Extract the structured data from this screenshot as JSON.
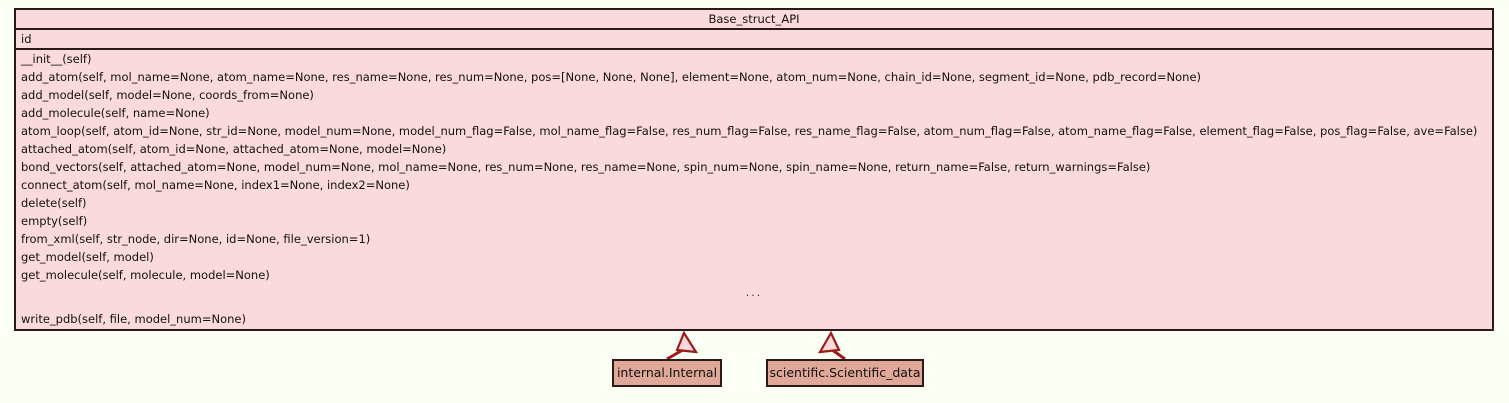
{
  "diagram": {
    "type": "uml-class-diagram",
    "background_color": "#fbfff4",
    "base_class": {
      "name": "Base_struct_API",
      "fill_color": "#fadadd",
      "border_color": "#2b1a1a",
      "attributes": [
        "id"
      ],
      "operations": [
        "__init__(self)",
        "add_atom(self, mol_name=None, atom_name=None, res_name=None, res_num=None, pos=[None, None, None], element=None, atom_num=None, chain_id=None, segment_id=None, pdb_record=None)",
        "add_model(self, model=None, coords_from=None)",
        "add_molecule(self, name=None)",
        "atom_loop(self, atom_id=None, str_id=None, model_num=None, model_num_flag=False, mol_name_flag=False, res_num_flag=False, res_name_flag=False, atom_num_flag=False, atom_name_flag=False, element_flag=False, pos_flag=False, ave=False)",
        "attached_atom(self, atom_id=None, attached_atom=None, model=None)",
        "bond_vectors(self, attached_atom=None, model_num=None, mol_name=None, res_num=None, res_name=None, spin_num=None, spin_name=None, return_name=False, return_warnings=False)",
        "connect_atom(self, mol_name=None, index1=None, index2=None)",
        "delete(self)",
        "empty(self)",
        "from_xml(self, str_node, dir=None, id=None, file_version=1)",
        "get_model(self, model)",
        "get_molecule(self, molecule, model=None)"
      ],
      "ellipsis": "...",
      "operations_after_ellipsis": [
        "write_pdb(self, file, model_num=None)"
      ]
    },
    "subclasses": [
      {
        "name": "internal.Internal",
        "fill_color": "#e0a898",
        "border_color": "#2b1a1a"
      },
      {
        "name": "scientific.Scientific_data",
        "fill_color": "#e0a898",
        "border_color": "#2b1a1a"
      }
    ],
    "relationships": {
      "kind": "generalization",
      "arrow_color": "#9b1b1b",
      "arrow_head": "hollow-triangle",
      "count": 2
    }
  }
}
